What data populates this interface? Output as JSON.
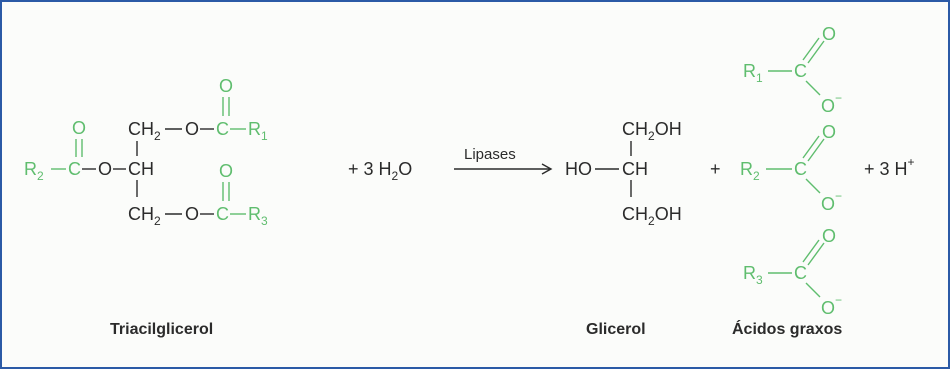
{
  "colors": {
    "green": "#5fbd6e",
    "black": "#2b2b2b",
    "frame": "#2b5aa6"
  },
  "triacylglycerol": {
    "r2": "R",
    "r2_sub": "2",
    "c": "C",
    "o": "O",
    "ch": "CH",
    "ch2_top": "CH",
    "ch2_top_sub": "2",
    "ch2_bot": "CH",
    "ch2_bot_sub": "2",
    "r1": "R",
    "r1_sub": "1",
    "r3": "R",
    "r3_sub": "3",
    "label": "Triacilglicerol"
  },
  "reaction": {
    "plus_water_prefix": "+ 3 H",
    "water_sub": "2",
    "water_suffix": "O",
    "enzyme": "Lipases",
    "plus1": "+",
    "plus_h": "+ 3 H",
    "h_charge": "+"
  },
  "glycerol": {
    "ch2oh_top_a": "CH",
    "ch2oh_top_sub": "2",
    "ch2oh_top_b": "OH",
    "ho": "HO",
    "ch": "CH",
    "ch2oh_bot_a": "CH",
    "ch2oh_bot_sub": "2",
    "ch2oh_bot_b": "OH",
    "label": "Glicerol"
  },
  "fatty_acids": {
    "r1": "R",
    "r1_sub": "1",
    "r2": "R",
    "r2_sub": "2",
    "r3": "R",
    "r3_sub": "3",
    "c": "C",
    "o": "O",
    "charge": "−",
    "label": "Ácidos graxos"
  }
}
